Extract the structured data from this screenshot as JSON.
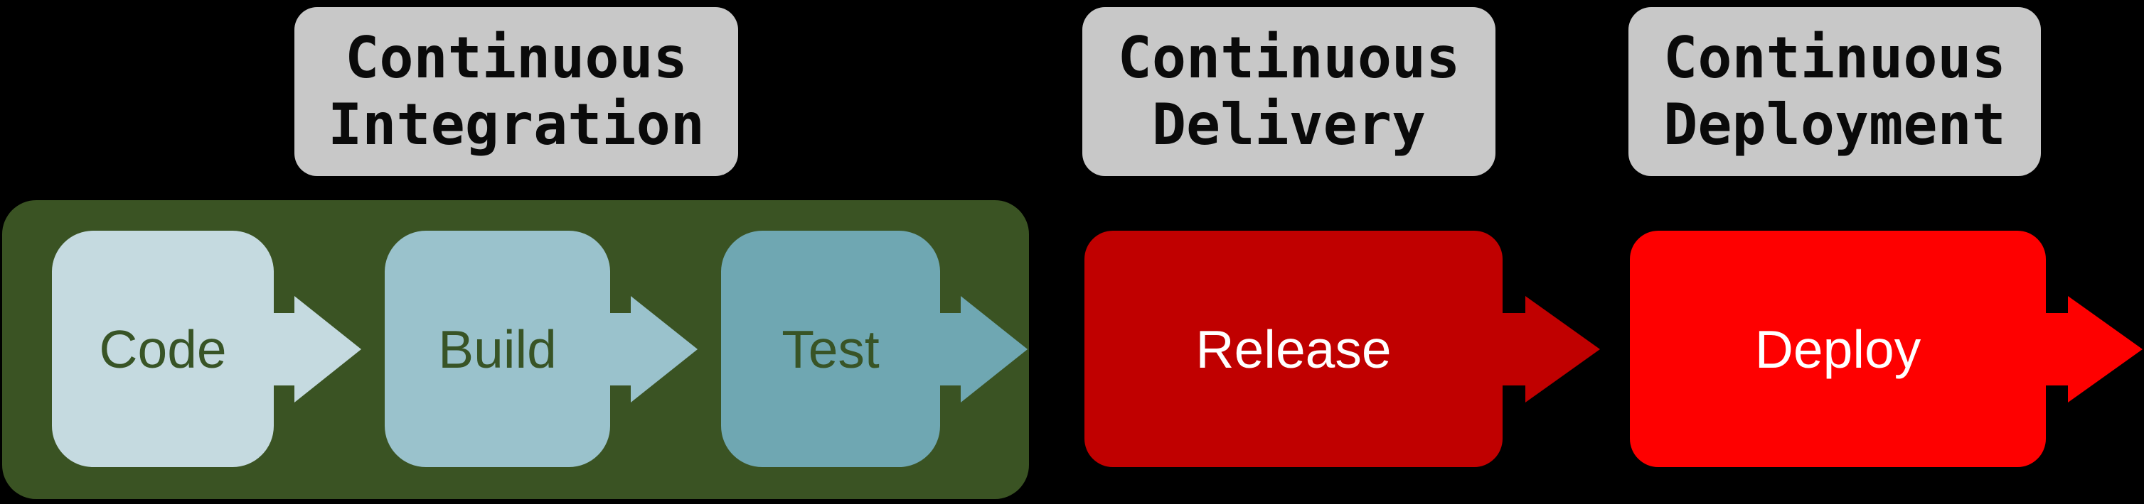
{
  "canvas": {
    "background": "#000000"
  },
  "tags": {
    "background": "#C8C8C8",
    "text_color": "#0A0A0A",
    "items": [
      {
        "line1": "Continuous",
        "line2": "Integration"
      },
      {
        "line1": "Continuous",
        "line2": "Delivery"
      },
      {
        "line1": "Continuous",
        "line2": "Deployment"
      }
    ]
  },
  "ci_group": {
    "background": "#3A5323"
  },
  "stages": [
    {
      "label": "Code",
      "background": "#C5DAE0",
      "text_color": "#385426"
    },
    {
      "label": "Build",
      "background": "#9AC2CC",
      "text_color": "#385426"
    },
    {
      "label": "Test",
      "background": "#6FA7B2",
      "text_color": "#385426"
    },
    {
      "label": "Release",
      "background": "#C00000",
      "text_color": "#FFFFFF"
    },
    {
      "label": "Deploy",
      "background": "#FE0000",
      "text_color": "#FFFFFF"
    }
  ]
}
